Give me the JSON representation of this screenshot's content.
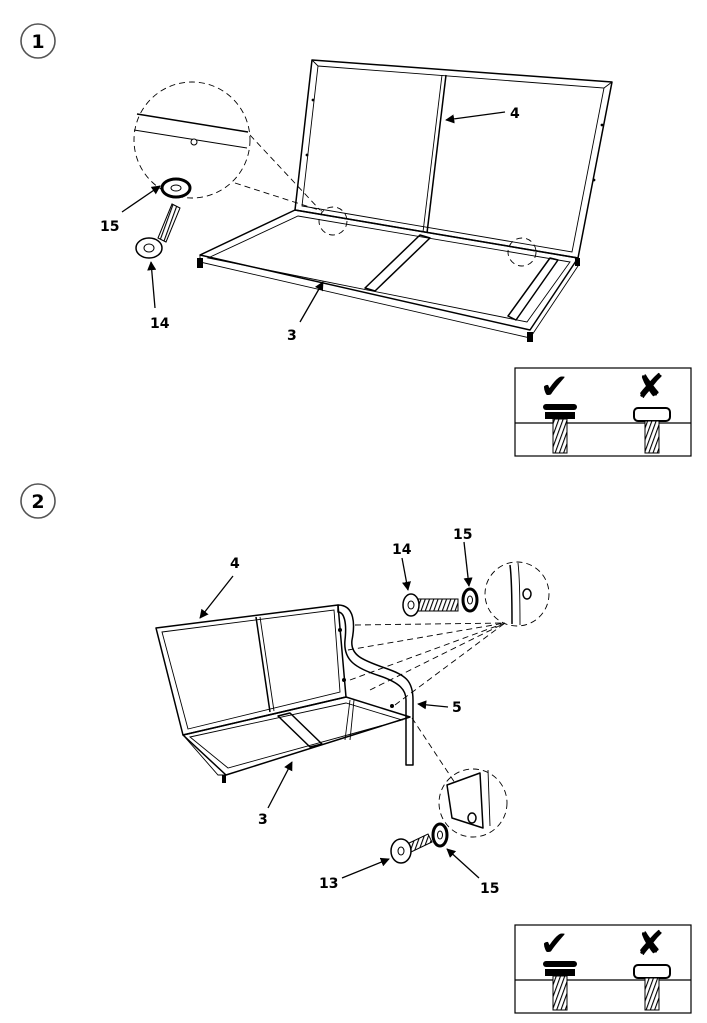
{
  "steps": [
    {
      "number": "1",
      "parts": {
        "backrest": "4",
        "seat_frame": "3",
        "bolt": "14",
        "washer": "15"
      },
      "check": {
        "correct": "✔",
        "wrong": "✘"
      }
    },
    {
      "number": "2",
      "parts": {
        "backrest": "4",
        "seat_frame": "3",
        "armrest": "5",
        "bolt_long": "14",
        "washer_top": "15",
        "bolt_short": "13",
        "washer_bottom": "15"
      },
      "check": {
        "correct": "✔",
        "wrong": "✘"
      }
    }
  ]
}
